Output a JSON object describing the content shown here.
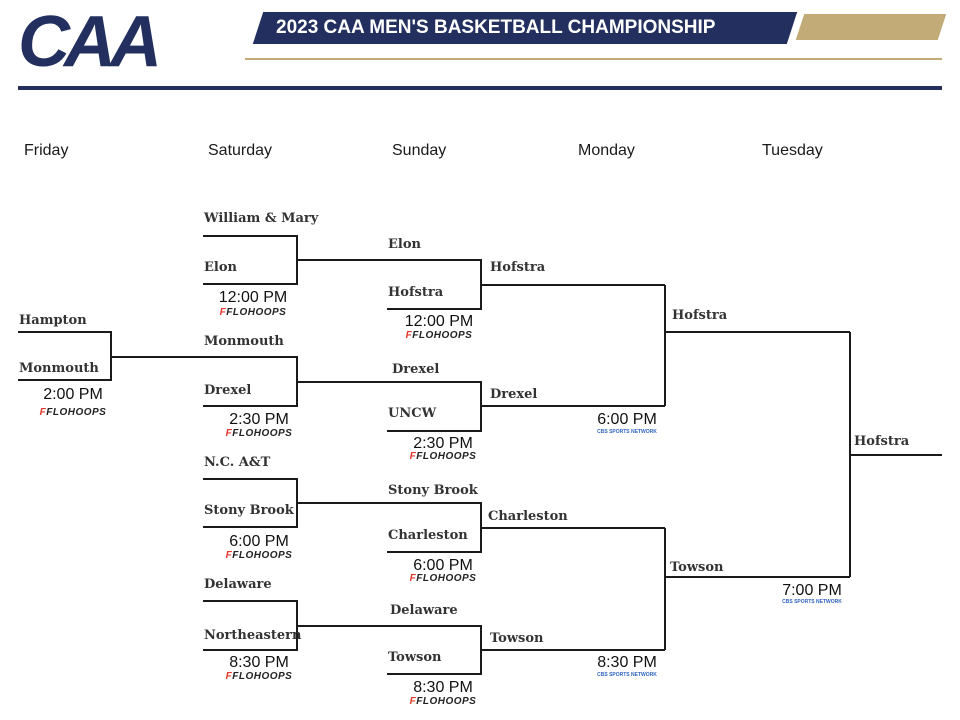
{
  "header": {
    "logo": "CAA",
    "title": "2023 CAA MEN'S BASKETBALL CHAMPIONSHIP",
    "brand_navy": "#23305f",
    "brand_gold": "#c2ab77"
  },
  "days": [
    "Friday",
    "Saturday",
    "Sunday",
    "Monday",
    "Tuesday"
  ],
  "teams": {
    "hampton": "Hampton",
    "monmouth_fri": "Monmouth",
    "william_mary": "William & Mary",
    "elon_sat": "Elon",
    "monmouth_sat": "Monmouth",
    "drexel_sat": "Drexel",
    "nca_t": "N.C. A&T",
    "stony_brook_sat": "Stony Brook",
    "delaware_sat": "Delaware",
    "northeastern": "Northeastern",
    "elon_sun": "Elon",
    "hofstra_sun": "Hofstra",
    "drexel_sun": "Drexel",
    "uncw": "UNCW",
    "stony_brook_sun": "Stony Brook",
    "charleston_sun": "Charleston",
    "delaware_sun": "Delaware",
    "towson_sun": "Towson",
    "hofstra_mon": "Hofstra",
    "drexel_mon": "Drexel",
    "charleston_mon": "Charleston",
    "towson_mon": "Towson",
    "hofstra_semi": "Hofstra",
    "towson_semi": "Towson",
    "hofstra_final": "Hofstra"
  },
  "times": {
    "fri": "2:00 PM",
    "sat1": "12:00 PM",
    "sat2": "2:30 PM",
    "sat3": "6:00 PM",
    "sat4": "8:30 PM",
    "sun1": "12:00 PM",
    "sun2": "2:30 PM",
    "sun3": "6:00 PM",
    "sun4": "8:30 PM",
    "mon1": "6:00 PM",
    "mon2": "8:30 PM",
    "tue": "7:00 PM"
  },
  "networks": {
    "flo_mark": "F",
    "flo_text": "FLOHOOPS",
    "cbs": "CBS SPORTS NETWORK",
    "flo_color": "#e4362b",
    "cbs_color": "#2f64c0"
  }
}
